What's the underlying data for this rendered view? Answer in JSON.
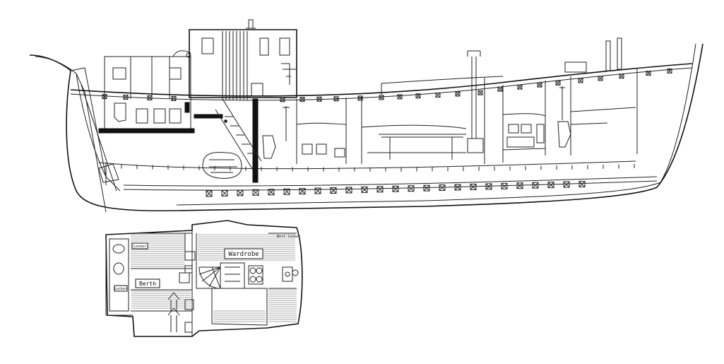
{
  "labels": {
    "wardrobe": "Wardrobe",
    "berth": "Berth",
    "locker_1": "Locker",
    "locker_2": "Locker",
    "stern_locker": "Bort locker"
  },
  "icons": [
    "toilet-icon",
    "shower-icon",
    "sink-icon",
    "stove-icon",
    "wheel-icon",
    "engine-icon",
    "ladder-icon"
  ],
  "colors": {
    "line": "#222222",
    "fill": "#111111",
    "background": "#ffffff"
  }
}
